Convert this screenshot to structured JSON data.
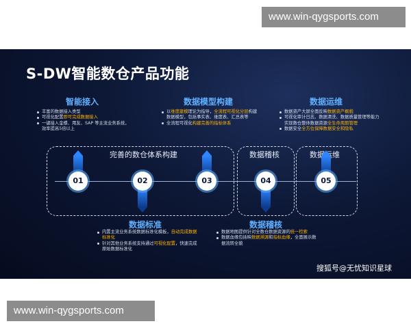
{
  "watermark": {
    "top": "www.win-qygsports.com",
    "bottom": "www.win-qygsports.com"
  },
  "slide": {
    "title": "S-DW智能数仓产品功能",
    "credit": "搜狐号@无忧知识星球",
    "sections": [
      {
        "title": "智能接入",
        "bullets": [
          [
            "丰富的数据接入类型"
          ],
          [
            "可视化配置",
            "即可完成数据接入"
          ],
          [
            "一键接入金蝶、用友、SAP 等主流业务系统，效率提高5倍以上"
          ]
        ]
      },
      {
        "title": "数据模型构建",
        "bullets": [
          [
            "以",
            "维度建模",
            "理论为指导，",
            "全流程可视化分层",
            "构建数据模型，包括事实表、维度表、汇总表等"
          ],
          [
            "全流程可视化",
            "构建完善的指标体系"
          ]
        ]
      },
      {
        "title": "数据运维",
        "bullets": [
          [
            "数据资产大屏全面反映",
            "数据资产概貌"
          ],
          [
            "可视化审计日志、数据清洗、数据质量管理等能力实现数仓整体数据资源",
            "全生命周期管理"
          ],
          [
            "数据安全",
            "全方位保障数据安全和隐私"
          ]
        ]
      },
      {
        "title": "数据标准",
        "bullets": [
          [
            "内置主流业务系统数据标准化模板，",
            "自动完成数据标准化"
          ],
          [
            "针对其他业务系统支持通过",
            "可视化配置",
            "，快速完成原始数据标准化"
          ]
        ]
      },
      {
        "title": "数据稽核",
        "bullets": [
          [
            "数据地图提供针对全数仓数据资源的",
            "统一检索"
          ],
          [
            "数据血缘包括映",
            "数据溯源",
            "和",
            "指标血缘",
            "，全面展示数据流转全貌"
          ]
        ]
      }
    ],
    "frames": {
      "warehouse": "完善的数仓体系构建",
      "audit": "数据稽核",
      "ops": "数据运维"
    },
    "steps": [
      "01",
      "02",
      "03",
      "04",
      "05"
    ]
  },
  "colors": {
    "background": "#0d1836",
    "accent": "#5fb0ff",
    "highlight": "#ffb300",
    "pillar": "#2e86ff"
  }
}
